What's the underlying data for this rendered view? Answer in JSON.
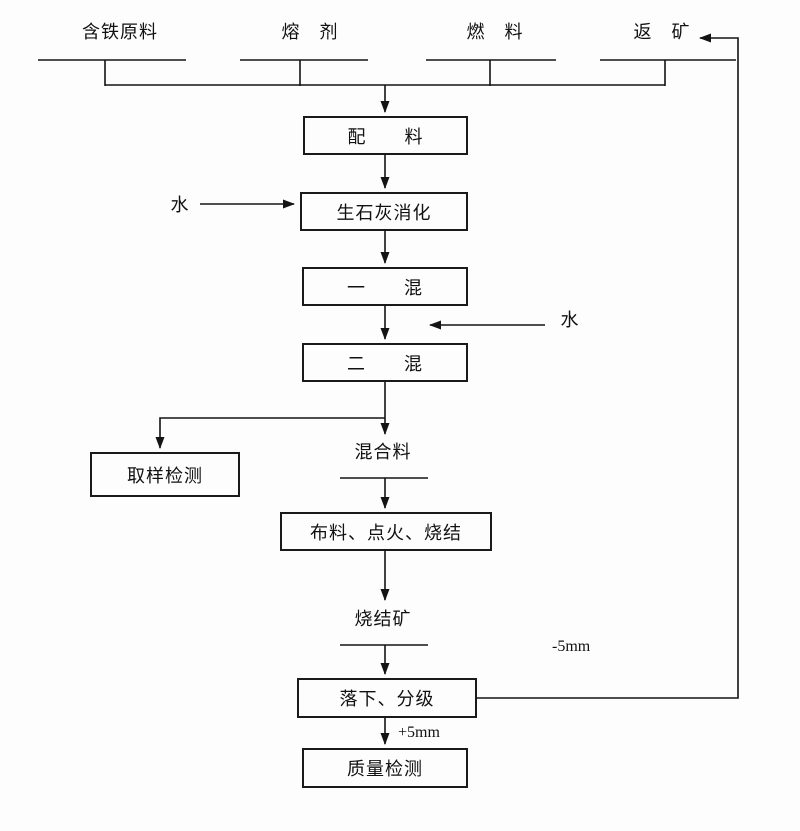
{
  "diagram": {
    "type": "flowchart",
    "line_color": "#141414"
  },
  "inputs": {
    "iron": "含铁原料",
    "flux": "熔　剂",
    "fuel": "燃　料",
    "return_ore": "返　矿"
  },
  "process": {
    "batching": "配　　料",
    "lime_digestion": "生石灰消化",
    "first_mixing": "一　　混",
    "second_mixing": "二　　混",
    "sampling": "取样检测",
    "sintering": "布料、点火、烧结",
    "drop_screening": "落下、分级",
    "quality_check": "质量检测"
  },
  "streams": {
    "mixture": "混合料",
    "sinter": "烧结矿"
  },
  "annotations": {
    "water_left": "水",
    "water_right": "水",
    "undersize": "-5mm",
    "oversize": "+5mm"
  }
}
